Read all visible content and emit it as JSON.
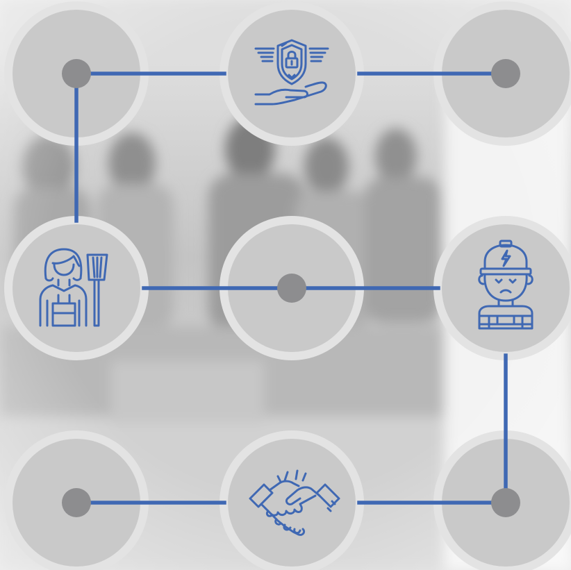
{
  "colors": {
    "accent": "#3f68b3",
    "node_fill": "#c9c9c9",
    "node_ring": "#e3e3e3",
    "dot": "#8d8d8f",
    "backdrop_light": "#ececec",
    "backdrop_dark": "#8a8a8a"
  },
  "nodes": [
    {
      "id": "node-1",
      "kind": "dot",
      "icon": null
    },
    {
      "id": "node-2",
      "kind": "icon",
      "icon": "shield-hand-icon"
    },
    {
      "id": "node-3",
      "kind": "dot",
      "icon": null
    },
    {
      "id": "node-4",
      "kind": "icon",
      "icon": "cleaning-worker-icon"
    },
    {
      "id": "node-5",
      "kind": "dot",
      "icon": null
    },
    {
      "id": "node-6",
      "kind": "icon",
      "icon": "electrician-icon"
    },
    {
      "id": "node-7",
      "kind": "dot",
      "icon": null
    },
    {
      "id": "node-8",
      "kind": "icon",
      "icon": "handshake-icon"
    },
    {
      "id": "node-9",
      "kind": "dot",
      "icon": null
    }
  ],
  "connectors": [
    {
      "from": "node-1",
      "to": "node-2"
    },
    {
      "from": "node-2",
      "to": "node-3"
    },
    {
      "from": "node-1",
      "to": "node-4"
    },
    {
      "from": "node-4",
      "to": "node-5"
    },
    {
      "from": "node-5",
      "to": "node-6"
    },
    {
      "from": "node-6",
      "to": "node-9"
    },
    {
      "from": "node-7",
      "to": "node-8"
    },
    {
      "from": "node-8",
      "to": "node-9"
    }
  ]
}
